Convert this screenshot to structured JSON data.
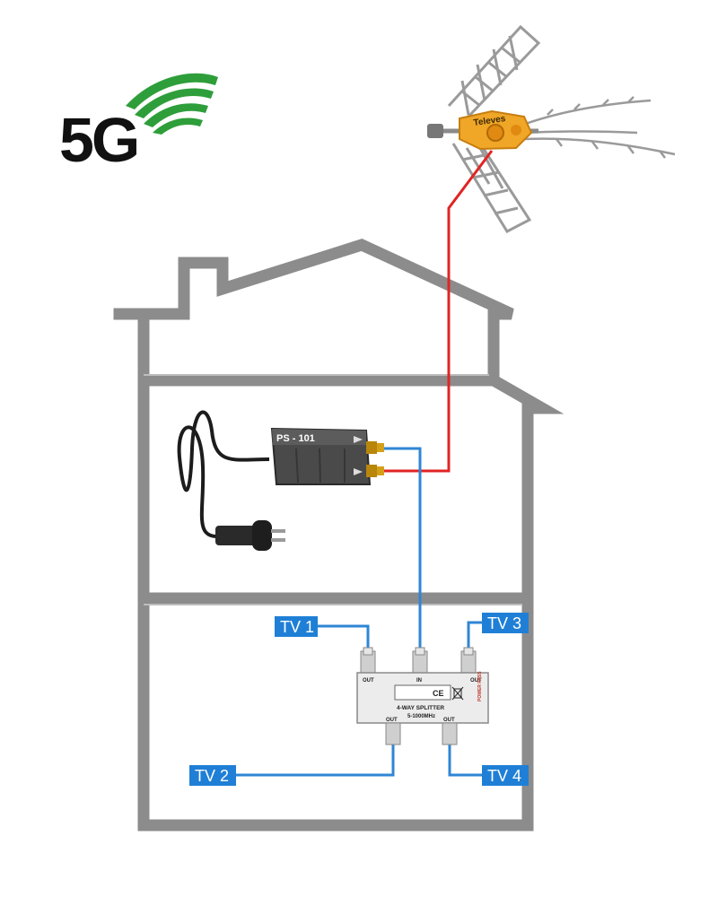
{
  "logo": {
    "text": "5G",
    "text_color": "#111111",
    "wave_color": "#2e9e3a"
  },
  "antenna": {
    "brand": "Televes",
    "body_color": "#f0a626",
    "element_color": "#9a9a9a"
  },
  "house": {
    "outline_color": "#8c8c8c"
  },
  "power_supply": {
    "model": "PS - 101",
    "body_color": "#4a4a4a"
  },
  "splitter": {
    "port_in": "IN",
    "port_out_top_left": "OUT",
    "port_out_top_right": "OUT",
    "port_out_bottom_left": "OUT",
    "port_out_bottom_right": "OUT",
    "cert": "CE",
    "model_line": "4-WAY SPLITTER",
    "freq_line": "5-1000MHz",
    "side_text": "POWER PASS"
  },
  "cables": {
    "antenna_cable_color": "#e02424",
    "tv_cable_color": "#2f86d6"
  },
  "tv_labels": {
    "bg_color": "#1f7fd6",
    "tv1": "TV 1",
    "tv2": "TV 2",
    "tv3": "TV 3",
    "tv4": "TV 4"
  }
}
